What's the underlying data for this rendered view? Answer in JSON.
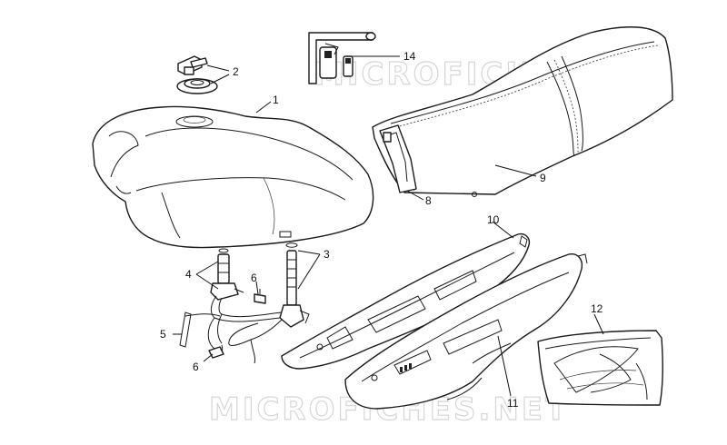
{
  "watermark": "MICROFICHES.NET",
  "callouts": {
    "tank": "1",
    "cap": "2",
    "tap_right": "3",
    "tap_left": "4",
    "hose_left": "5",
    "clip_upper": "6",
    "clip_lower": "6",
    "bracket": "8",
    "saddle": "9",
    "side_upper": "10",
    "side_lower": "11",
    "fairing": "12",
    "kit": "14"
  }
}
